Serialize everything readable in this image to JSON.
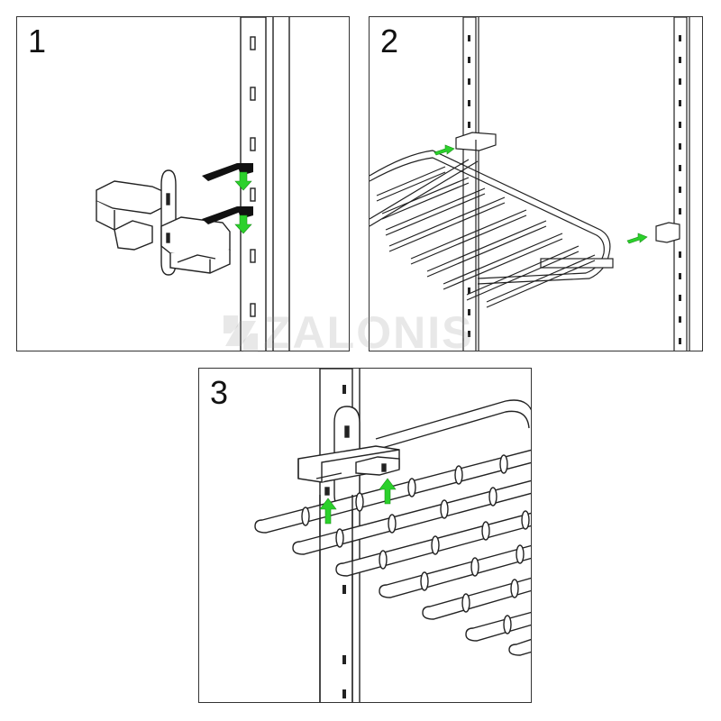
{
  "steps": [
    {
      "number": "1"
    },
    {
      "number": "2"
    },
    {
      "number": "3"
    }
  ],
  "watermark": {
    "text": "ZALONIS"
  },
  "colors": {
    "arrow_green": "#2bd12b",
    "arrow_black": "#111111",
    "line": "#222222"
  }
}
